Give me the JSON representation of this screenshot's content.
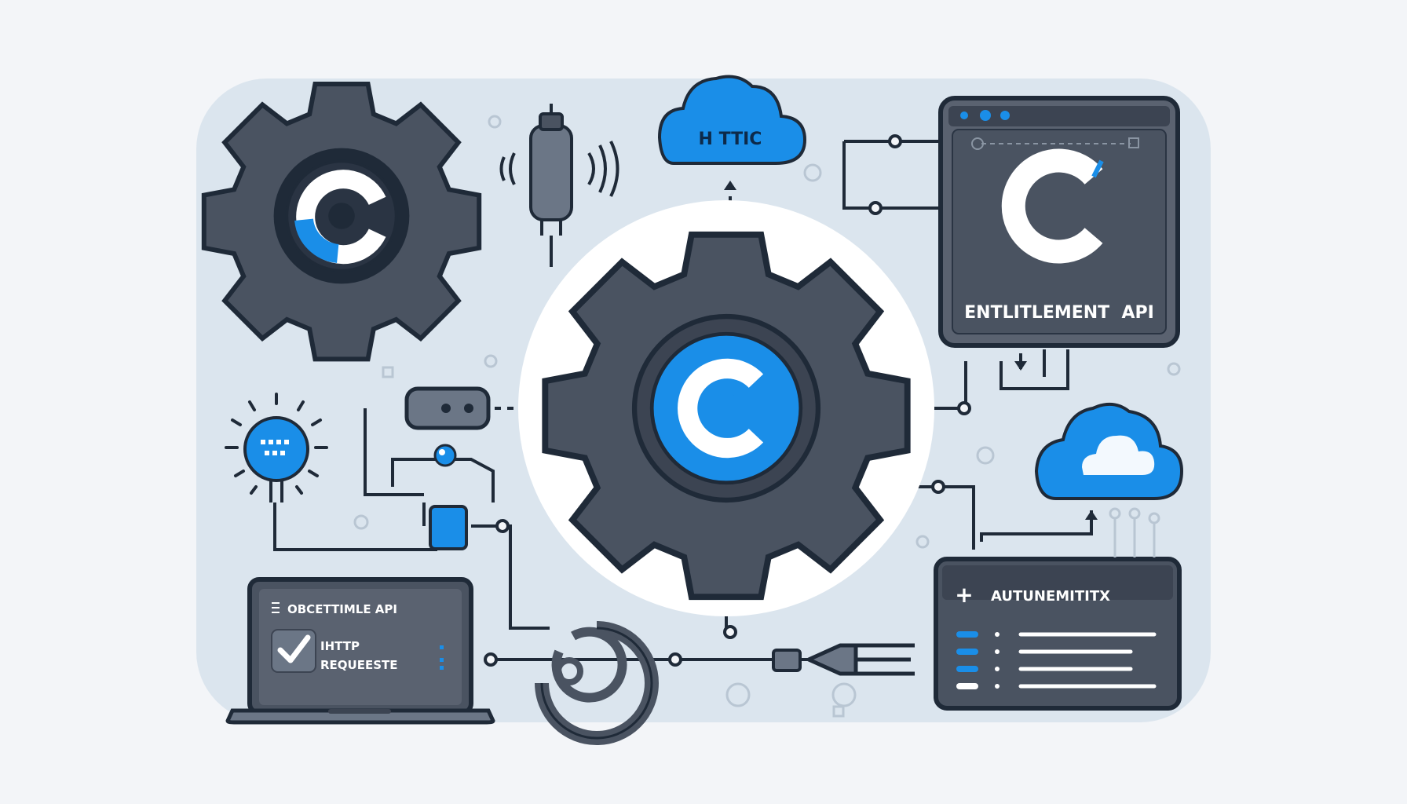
{
  "cloud_top": {
    "label": "H TTIC"
  },
  "window_right": {
    "label": "ENTLITLEMENT  API"
  },
  "laptop": {
    "title": "OBCETTIMLE API",
    "line1": "IHTTP",
    "line2": "REQUEESTE"
  },
  "panel_right": {
    "title": "AUTUNEMITITX"
  },
  "colors": {
    "accent": "#1a8ee8",
    "dark": "#4a5361",
    "outline": "#1f2a38",
    "panel": "#dbe5ee"
  },
  "icons": [
    "gear-icon",
    "cloud-icon",
    "plug-icon",
    "bulb-icon",
    "check-icon",
    "plus-icon",
    "fork-icon"
  ]
}
